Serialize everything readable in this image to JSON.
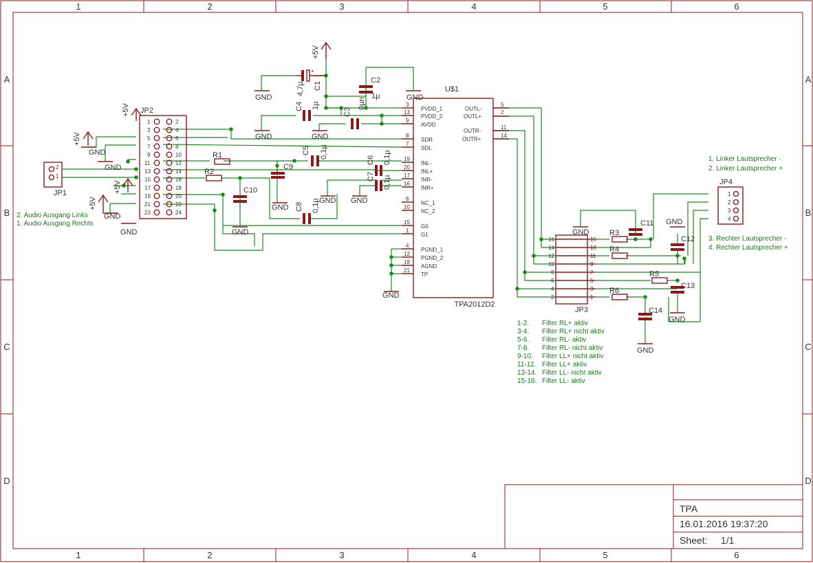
{
  "frame": {
    "columns": [
      "1",
      "2",
      "3",
      "4",
      "5",
      "6"
    ],
    "rows": [
      "A",
      "B",
      "C",
      "D"
    ]
  },
  "title_block": {
    "title": "TPA",
    "date": "16.01.2016 19:37:20",
    "sheet_label": "Sheet:",
    "sheet_value": "1/1"
  },
  "chip": {
    "ref": "U$1",
    "value": "TPA2012D2",
    "left_pins": [
      {
        "num": "3",
        "name": "PVDD_1"
      },
      {
        "num": "13",
        "name": "PVDD_2"
      },
      {
        "num": "9",
        "name": "AVDD"
      },
      {
        "num": "8",
        "name": "SDR"
      },
      {
        "num": "7",
        "name": "SDL"
      },
      {
        "num": "19",
        "name": "INL-"
      },
      {
        "num": "20",
        "name": "INL+"
      },
      {
        "num": "17",
        "name": "INR-"
      },
      {
        "num": "16",
        "name": "INR+"
      },
      {
        "num": "6",
        "name": "NC_1"
      },
      {
        "num": "10",
        "name": "NC_2"
      },
      {
        "num": "15",
        "name": "G0"
      },
      {
        "num": "1",
        "name": "G1"
      },
      {
        "num": "4",
        "name": "PGND_1"
      },
      {
        "num": "12",
        "name": "PGND_2"
      },
      {
        "num": "18",
        "name": "AGND"
      },
      {
        "num": "21",
        "name": "TP"
      }
    ],
    "right_pins": [
      {
        "num": "5",
        "name": "OUTL-"
      },
      {
        "num": "2",
        "name": "OUTL+"
      },
      {
        "num": "11",
        "name": "OUTR-"
      },
      {
        "num": "14",
        "name": "OUTR+"
      }
    ]
  },
  "jp2": {
    "ref": "JP2",
    "left_pins": [
      "1",
      "3",
      "5",
      "7",
      "9",
      "11",
      "13",
      "15",
      "17",
      "19",
      "21",
      "23"
    ],
    "right_pins": [
      "2",
      "4",
      "6",
      "8",
      "10",
      "12",
      "14",
      "16",
      "18",
      "20",
      "22",
      "24"
    ]
  },
  "jp1": {
    "ref": "JP1",
    "pins": [
      "2",
      "1"
    ]
  },
  "jp3": {
    "ref": "JP3",
    "left_pins": [
      "16",
      "14",
      "12",
      "10",
      "8",
      "6",
      "4",
      "2"
    ],
    "right_pins": [
      "15",
      "13",
      "11",
      "9",
      "7",
      "5",
      "3",
      "1"
    ]
  },
  "jp4": {
    "ref": "JP4",
    "pins": [
      "1",
      "2",
      "3",
      "4"
    ]
  },
  "labels": {
    "gnd": "GND",
    "vcc": "+5V",
    "c1": "C1",
    "c1_val": "4,7µ",
    "c2": "C2",
    "c2_val": "1µ",
    "c3": "C3",
    "c3_val": "0µn",
    "c4": "C4",
    "c4_val": "1µ",
    "c5": "C5",
    "c5_val": "0,1µ",
    "c6": "C6",
    "c6_val": "0,1µ",
    "c7": "C7",
    "c7_val": "0,1µ",
    "c8": "C8",
    "c8_val": "0,1µ",
    "c9": "C9",
    "c10": "C10",
    "c11": "C11",
    "c12": "C12",
    "c13": "C13",
    "c14": "C14",
    "r1": "R1",
    "r2": "R2",
    "r3": "R3",
    "r4": "R4",
    "r5": "R5",
    "r6": "R6"
  },
  "notes": {
    "audio_out": [
      "2. Audio Ausgang Links",
      "1. Audio Ausgang Rechts"
    ],
    "speaker_left": [
      "1. Linker Lautsprecher -",
      "2. Linker Lautsprecher +"
    ],
    "speaker_right": [
      "3. Rechter Lautsprecher -",
      "4. Rechter Lautsprecher +"
    ],
    "filters": [
      {
        "pins": "1-2.",
        "text": "Filter RL+ aktiv"
      },
      {
        "pins": "3-4.",
        "text": "Filter RL+ nicht aktiv"
      },
      {
        "pins": "5-6.",
        "text": "Filter RL- aktiv"
      },
      {
        "pins": "7-8.",
        "text": "Filter RL- nicht aktiv"
      },
      {
        "pins": "9-10.",
        "text": "Filter LL+ nicht aktiv"
      },
      {
        "pins": "11-12.",
        "text": "Filter LL+ aktiv"
      },
      {
        "pins": "13-14.",
        "text": "Filter LL- nicht aktiv"
      },
      {
        "pins": "15-16.",
        "text": "Filter LL- aktiv"
      }
    ]
  },
  "colors": {
    "frame": "#8b1a1a",
    "wire": "#1a8a1a",
    "text": "#333333",
    "note": "#1a7a1a"
  }
}
